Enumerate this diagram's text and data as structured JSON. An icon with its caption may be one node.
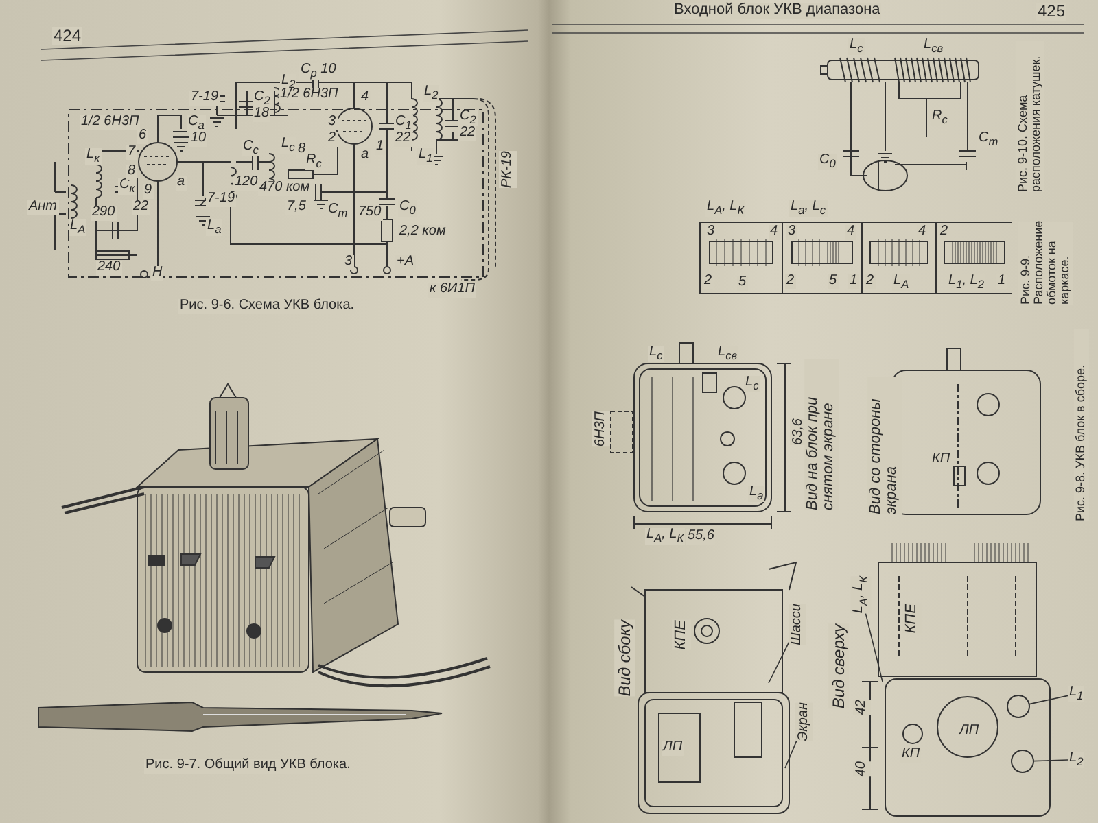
{
  "diagram": {
    "nodes": [
      {
        "text": [
          "Шасси"
        ]
      },
      {
        "text": [
          "Экран"
        ]
      },
      {
        "text": [
          "L$_{А}$, L$_{К}$"
        ]
      },
      {
        "text": [
          "L$_{1}$"
        ]
      },
      {
        "text": [
          "L$_{2}$"
        ]
      },
      {
        "text": [],
        "shape": "circle"
      },
      {
        "text": [],
        "shape": "circle"
      }
    ],
    "edges": [
      {
        "from": 0,
        "to": null,
        "arrow": "none"
      },
      {
        "from": 1,
        "to": null,
        "arrow": "none"
      },
      {
        "from": 2,
        "to": null,
        "arrow": "none"
      },
      {
        "from": 3,
        "to": 5,
        "arrow": "none"
      },
      {
        "from": 4,
        "to": 6,
        "arrow": "none"
      }
    ],
    "labels": [
      "424",
      "1/2 6Н3П",
      "L$_{к}$",
      "C$_{к}$",
      "Ант",
      "L$_{А}$",
      "290",
      "22",
      "240",
      "6",
      "7",
      "8",
      "9",
      "а",
      "C$_{а}$",
      "10",
      "7-19",
      "Н",
      "7-19",
      "C$_{2}$",
      "18",
      "L$_{2}$",
      "C$_{р}$ 10",
      "1/2 6Н3П",
      "4",
      "C$_{c}$",
      "120",
      "L$_{a}$",
      "L$_{c}$",
      "8",
      "R$_{c}$",
      "470 ком",
      "7,5",
      "C$_{m}$",
      "3",
      "2",
      "1",
      "а",
      "C$_{1}$",
      "22",
      "750",
      "C$_{0}$",
      "2,2 ком",
      "3",
      "+А",
      "L$_{2}$",
      "L$_{1}$",
      "C$_{2}$",
      "22",
      "РК-19",
      "к 6И1П",
      "Рис. 9-6. Схема УКВ блока.",
      "Рис. 9-7. Общий вид УКВ блока.",
      "Входной блок УКВ диапазона",
      "425",
      "L$_{с}$",
      "L$_{св}$",
      "R$_{с}$",
      "C$_{0}$",
      "C$_{m}$",
      "Рис. 9-10. Схема расположения катушек.",
      "L$_{А}$, L$_{К}$",
      "L$_{а}$, L$_{с}$",
      "3",
      "4",
      "2",
      "5",
      "3",
      "4",
      "2",
      "5",
      "1",
      "4",
      "2",
      "L$_{А}$",
      "2",
      "1",
      "L$_{1}$, L$_{2}$",
      "Рис. 9-9. Расположение обмоток на каркасе.",
      "6Н3П",
      "L$_{с}$",
      "L$_{св}$",
      "L$_{с}$",
      "L$_{а}$",
      "L$_{А}$, L$_{К}$",
      "63,6",
      "55,6",
      "Вид на блок при снятом экране",
      "Вид со стороны экрана",
      "КП",
      "Рис. 9-8. УКВ блок в сборе.",
      "Вид сбоку",
      "КПЕ",
      "ЛП",
      "Вид сверху",
      "КПЕ",
      "42",
      "40",
      "ЛП",
      "КП"
    ]
  }
}
